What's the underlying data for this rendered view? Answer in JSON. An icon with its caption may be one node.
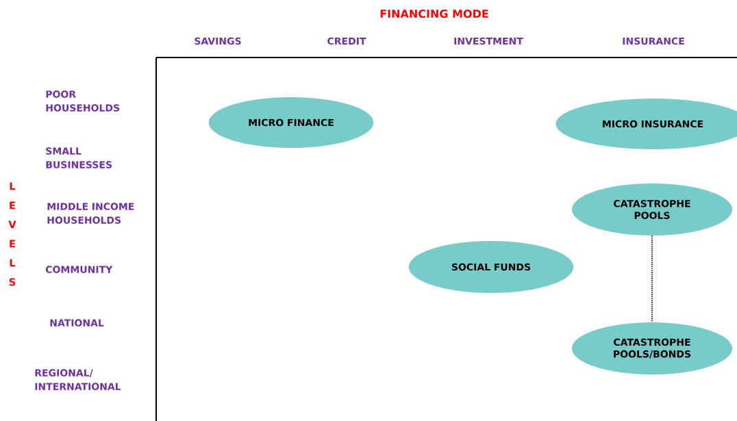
{
  "diagram": {
    "nodes": [
      {
        "text": [
          "MICRO FINANCE"
        ]
      },
      {
        "text": [
          "MICRO INSURANCE"
        ]
      },
      {
        "text": [
          "CATASTROPHE POOLS"
        ]
      },
      {
        "text": [
          "SOCIAL FUNDS"
        ]
      },
      {
        "text": [
          "CATASTROPHE POOLS/BONDS"
        ]
      }
    ],
    "edges": [
      {
        "from": 2,
        "to": 4,
        "arrow": "none",
        "style": "dashed"
      }
    ],
    "labels": [
      "FINANCING MODE",
      "SAVINGS",
      "CREDIT",
      "INVESTMENT",
      "INSURANCE",
      "POOR HOUSEHOLDS",
      "SMALL BUSINESSES",
      "LEVELS",
      "MIDDLE INCOME HOUSEHOLDS",
      "COMMUNITY",
      "NATIONAL",
      "REGIONAL/ INTERNATIONAL"
    ]
  }
}
